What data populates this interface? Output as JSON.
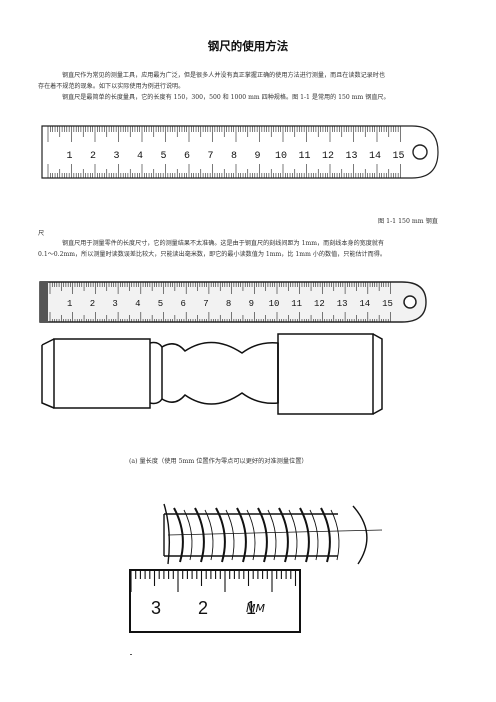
{
  "title": "钢尺的使用方法",
  "intro": {
    "line1": "钢直尺作为常见的测量工具，应用最为广泛，但是很多人并没有真正掌握正确的使用方法进行测量，而且在读数记录时也",
    "line2": "存在着不规范的现象。如下以实际使用为例进行说明。",
    "line3": "钢直尺是最简单的长度量具，它的长度有 150，300，500 和 1000 mm 四种规格。图 1-1 是常用的 150 mm 钢直尺。"
  },
  "ruler1": {
    "labels": [
      "1",
      "2",
      "3",
      "4",
      "5",
      "6",
      "7",
      "8",
      "9",
      "10",
      "11",
      "12",
      "13",
      "14",
      "15"
    ],
    "caption_main": "图 1-1    150 mm 钢直",
    "caption_tail": "尺"
  },
  "body": {
    "line1": "钢直尺用于测量零件的长度尺寸，它的测量结果不太准确。这是由于钢直尺的刻线间距为 1mm，而刻线本身的宽度就有",
    "line2": "0.1～0.2mm，所以测量时读数误差比较大，只能读出毫米数，即它的最小读数值为 1mm，比 1mm 小的数值，只能估计而得。"
  },
  "ruler2": {
    "labels": [
      "1",
      "2",
      "3",
      "4",
      "5",
      "6",
      "7",
      "8",
      "9",
      "10",
      "11",
      "12",
      "13",
      "14",
      "15"
    ]
  },
  "fig_a": {
    "caption": "(a) 量长度（使用 5mm 位置作为零点可以更好的对准测量位置）"
  },
  "ruler3": {
    "labels": [
      "3",
      "2",
      "1"
    ],
    "unit": "MM"
  }
}
